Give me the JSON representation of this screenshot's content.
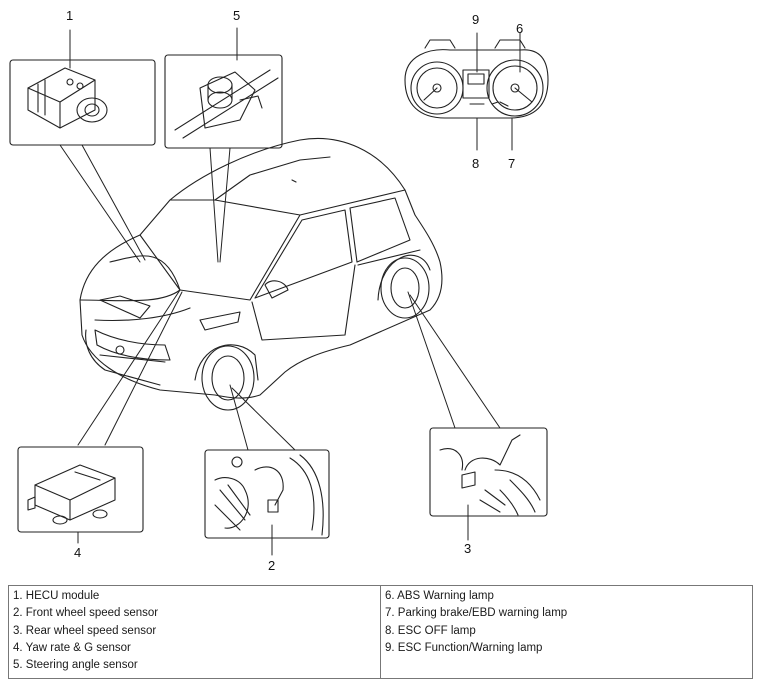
{
  "callouts": {
    "c1": "1",
    "c2": "2",
    "c3": "3",
    "c4": "4",
    "c5": "5",
    "c6": "6",
    "c7": "7",
    "c8": "8",
    "c9": "9"
  },
  "legend": {
    "left": [
      "1. HECU module",
      "2. Front wheel speed sensor",
      "3. Rear wheel speed sensor",
      "4. Yaw rate & G sensor",
      "5. Steering angle sensor"
    ],
    "right": [
      "6. ABS Warning lamp",
      "7. Parking brake/EBD warning lamp",
      "8. ESC OFF lamp",
      "9. ESC Function/Warning lamp"
    ]
  }
}
